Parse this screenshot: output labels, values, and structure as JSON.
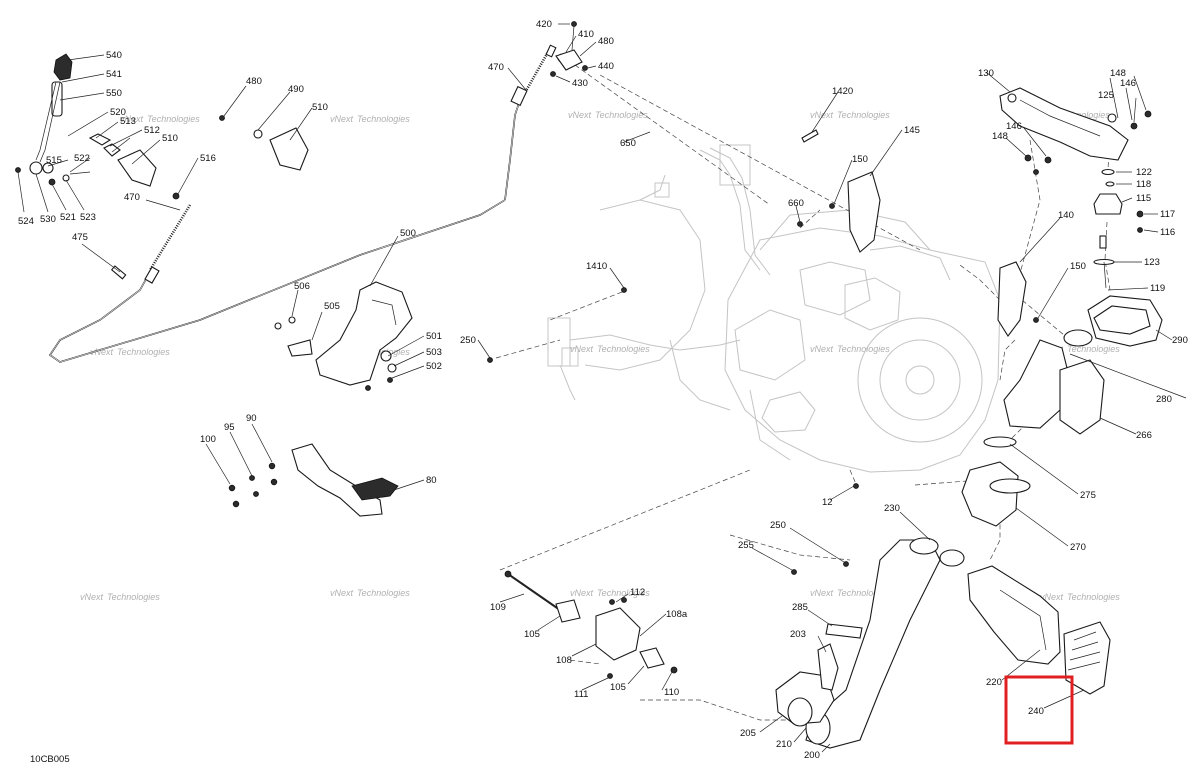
{
  "figure_code": "10CB005",
  "watermark_lines": [
    "vNext",
    "Technologies"
  ],
  "highlight": {
    "color": "#e02020",
    "part": "240"
  },
  "callouts": [
    {
      "id": "540",
      "text": "540"
    },
    {
      "id": "541",
      "text": "541"
    },
    {
      "id": "550",
      "text": "550"
    },
    {
      "id": "520",
      "text": "520"
    },
    {
      "id": "513",
      "text": "513"
    },
    {
      "id": "512",
      "text": "512"
    },
    {
      "id": "510a",
      "text": "510"
    },
    {
      "id": "515",
      "text": "515"
    },
    {
      "id": "522",
      "text": "522"
    },
    {
      "id": "516",
      "text": "516"
    },
    {
      "id": "524",
      "text": "524"
    },
    {
      "id": "530",
      "text": "530"
    },
    {
      "id": "521",
      "text": "521"
    },
    {
      "id": "523",
      "text": "523"
    },
    {
      "id": "470a",
      "text": "470"
    },
    {
      "id": "475",
      "text": "475"
    },
    {
      "id": "480",
      "text": "480"
    },
    {
      "id": "490",
      "text": "490"
    },
    {
      "id": "510b",
      "text": "510"
    },
    {
      "id": "420",
      "text": "420"
    },
    {
      "id": "410",
      "text": "410"
    },
    {
      "id": "480b",
      "text": "480"
    },
    {
      "id": "440",
      "text": "440"
    },
    {
      "id": "430",
      "text": "430"
    },
    {
      "id": "470b",
      "text": "470"
    },
    {
      "id": "650",
      "text": "650"
    },
    {
      "id": "1420",
      "text": "1420"
    },
    {
      "id": "145",
      "text": "145"
    },
    {
      "id": "150a",
      "text": "150"
    },
    {
      "id": "660",
      "text": "660"
    },
    {
      "id": "130",
      "text": "130"
    },
    {
      "id": "148a",
      "text": "148"
    },
    {
      "id": "146a",
      "text": "146"
    },
    {
      "id": "125",
      "text": "125"
    },
    {
      "id": "148b",
      "text": "148"
    },
    {
      "id": "146b",
      "text": "146"
    },
    {
      "id": "122",
      "text": "122"
    },
    {
      "id": "118",
      "text": "118"
    },
    {
      "id": "115",
      "text": "115"
    },
    {
      "id": "117",
      "text": "117"
    },
    {
      "id": "116",
      "text": "116"
    },
    {
      "id": "140",
      "text": "140"
    },
    {
      "id": "123",
      "text": "123"
    },
    {
      "id": "150b",
      "text": "150"
    },
    {
      "id": "119",
      "text": "119"
    },
    {
      "id": "290",
      "text": "290"
    },
    {
      "id": "280",
      "text": "280"
    },
    {
      "id": "266",
      "text": "266"
    },
    {
      "id": "275",
      "text": "275"
    },
    {
      "id": "270",
      "text": "270"
    },
    {
      "id": "12",
      "text": "12"
    },
    {
      "id": "1410",
      "text": "1410"
    },
    {
      "id": "250a",
      "text": "250"
    },
    {
      "id": "500",
      "text": "500"
    },
    {
      "id": "506",
      "text": "506"
    },
    {
      "id": "505",
      "text": "505"
    },
    {
      "id": "501",
      "text": "501"
    },
    {
      "id": "503",
      "text": "503"
    },
    {
      "id": "502",
      "text": "502"
    },
    {
      "id": "90",
      "text": "90"
    },
    {
      "id": "95",
      "text": "95"
    },
    {
      "id": "100",
      "text": "100"
    },
    {
      "id": "80",
      "text": "80"
    },
    {
      "id": "230",
      "text": "230"
    },
    {
      "id": "250b",
      "text": "250"
    },
    {
      "id": "255",
      "text": "255"
    },
    {
      "id": "109",
      "text": "109"
    },
    {
      "id": "105a",
      "text": "105"
    },
    {
      "id": "112",
      "text": "112"
    },
    {
      "id": "108a",
      "text": "108a"
    },
    {
      "id": "108",
      "text": "108"
    },
    {
      "id": "105b",
      "text": "105"
    },
    {
      "id": "111",
      "text": "111"
    },
    {
      "id": "110",
      "text": "110"
    },
    {
      "id": "285",
      "text": "285"
    },
    {
      "id": "203",
      "text": "203"
    },
    {
      "id": "205",
      "text": "205"
    },
    {
      "id": "210",
      "text": "210"
    },
    {
      "id": "200",
      "text": "200"
    },
    {
      "id": "220",
      "text": "220"
    },
    {
      "id": "240",
      "text": "240"
    }
  ]
}
